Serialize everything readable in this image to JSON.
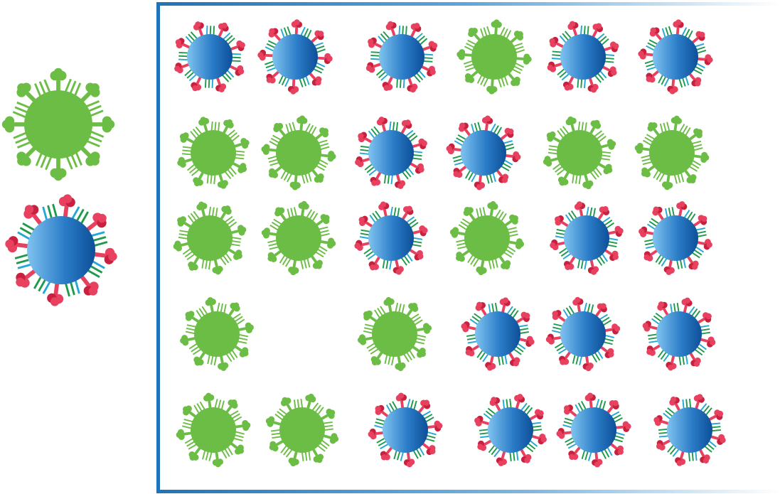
{
  "colors": {
    "green": "#6cbd45",
    "green_dark": "#4f9b34",
    "blue_light": "#7fc3ef",
    "blue_dark": "#0d5ca8",
    "red": "#e8415f",
    "red_dark": "#c8203f",
    "stripe_green": "#1e9a4a",
    "stripe_cyan": "#24a7d8",
    "frame_blue": "#1f73b8"
  },
  "legend": [
    {
      "kind": "green"
    },
    {
      "kind": "blue"
    }
  ],
  "grid": [
    [
      "blue",
      "blue",
      "blue",
      "green",
      "blue",
      "blue"
    ],
    [
      "green",
      "green",
      "blue",
      "blue",
      "green",
      "green"
    ],
    [
      "green",
      "green",
      "blue",
      "green",
      "blue",
      "blue"
    ],
    [
      "green",
      "",
      "green",
      "blue",
      "blue",
      "blue"
    ],
    [
      "green",
      "green",
      "blue",
      "blue",
      "blue",
      "blue"
    ]
  ],
  "counts": {
    "green": 12,
    "blue": 17
  }
}
